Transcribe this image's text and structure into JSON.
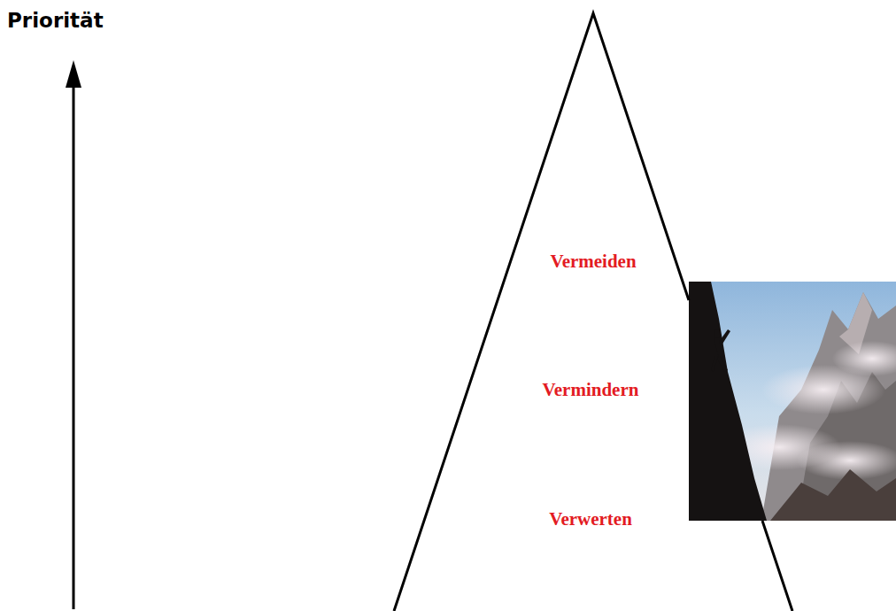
{
  "diagram": {
    "nodes": [
      {
        "text": [
          "Vermeiden",
          "Vermindern",
          "Verwerten"
        ]
      }
    ],
    "labels": [
      "Priorität"
    ]
  }
}
